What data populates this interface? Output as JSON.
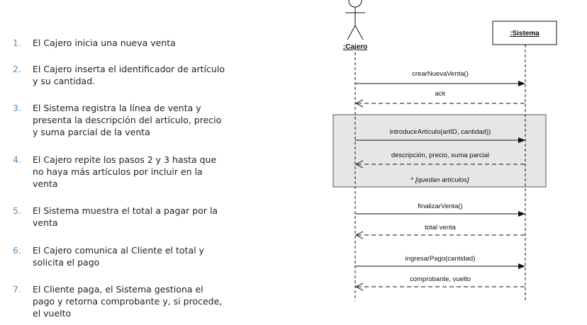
{
  "steps": [
    {
      "num": "1.",
      "text": "El Cajero inicia una nueva venta"
    },
    {
      "num": "2.",
      "text": "El Cajero inserta el identificador de artículo y su cantidad."
    },
    {
      "num": "3.",
      "text": "El Sistema registra la línea de venta y presenta la descripción del artículo, precio y suma parcial de la venta"
    },
    {
      "num": "4.",
      "text": "El Cajero repite los pasos 2 y 3 hasta que no haya más artículos por incluir en la venta"
    },
    {
      "num": "5.",
      "text": "El Sistema muestra el total a pagar por la venta"
    },
    {
      "num": "6.",
      "text": "El Cajero comunica al Cliente el total y solicita el pago"
    },
    {
      "num": "7.",
      "text": "El Cliente paga, el Sistema gestiona el pago y retorna comprobante y, si procede, el vuelto"
    }
  ],
  "diagram": {
    "actor_cajero": ":Cajero",
    "actor_sistema": ":Sistema",
    "messages": [
      {
        "label": "crearNuevaVenta()",
        "direction": "request"
      },
      {
        "label": "ack",
        "direction": "return"
      },
      {
        "label": "introducirArtículo(artID, cantidad))",
        "direction": "request"
      },
      {
        "label": "descripción, precio, suma parcial",
        "direction": "return"
      },
      {
        "label": "finalizarVenta()",
        "direction": "request"
      },
      {
        "label": "total venta",
        "direction": "return"
      },
      {
        "label": "ingresarPago(cantidad)",
        "direction": "request"
      },
      {
        "label": "comprobante, vuelto",
        "direction": "return"
      }
    ],
    "loop_guard_star": "*",
    "loop_guard": "[quedan artículos]"
  },
  "colors": {
    "step_number": "#4a90c8",
    "loop_fill": "#e6e6e6",
    "line": "#111111"
  }
}
